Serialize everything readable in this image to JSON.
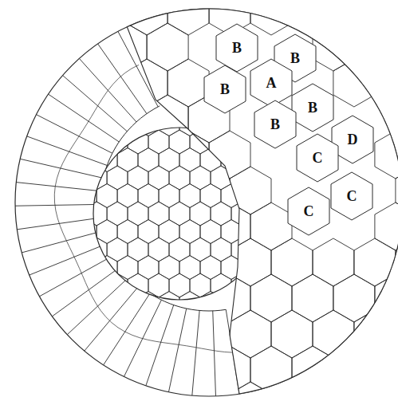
{
  "diagram": {
    "nodes": [
      {
        "text": [
          "B"
        ]
      },
      {
        "text": [
          "B"
        ]
      },
      {
        "text": [
          "A"
        ]
      },
      {
        "text": [
          "B"
        ]
      },
      {
        "text": [
          "B"
        ]
      },
      {
        "text": [
          "B"
        ]
      },
      {
        "text": [
          "D"
        ]
      },
      {
        "text": [
          "C"
        ]
      },
      {
        "text": [
          "C"
        ]
      },
      {
        "text": [
          "C"
        ]
      }
    ]
  }
}
